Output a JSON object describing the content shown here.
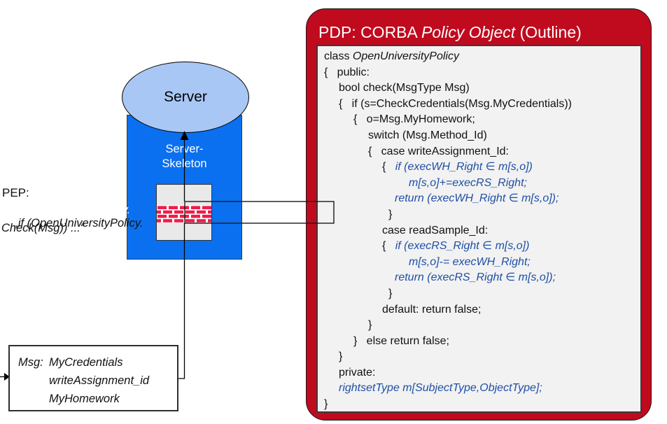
{
  "colors": {
    "pdp_red": "#c00a1e",
    "panel_gray": "#f2f2f2",
    "skeleton_blue": "#0a70f0",
    "server_ellipse": "#a9c7f4",
    "firewall_gray": "#e9e9e9",
    "brick_red": "#ef1c4a",
    "code_blue": "#1e4fa5"
  },
  "server": {
    "label": "Server"
  },
  "skeleton": {
    "line1": "Server-",
    "line2": "Skeleton"
  },
  "pep": {
    "label": "PEP:",
    "line1": "„if (OpenUniversityPolicy.",
    "line2": "Check(Msg)) ...“"
  },
  "msg": {
    "label": "Msg:",
    "items": [
      "MyCredentials",
      "writeAssignment_id",
      "MyHomework"
    ]
  },
  "pdp": {
    "title": {
      "prefix": "PDP: CORBA ",
      "italic": "Policy Object",
      "suffix": " (Outline)"
    },
    "code_lines": [
      {
        "indent": 0,
        "segments": [
          {
            "text": "class ",
            "style": "plain"
          },
          {
            "text": "OpenUniversityPolicy",
            "style": "italic"
          }
        ]
      },
      {
        "indent": 0,
        "segments": [
          {
            "text": "{   public:",
            "style": "plain"
          }
        ]
      },
      {
        "indent": 21,
        "segments": [
          {
            "text": "bool check(MsgType Msg)",
            "style": "plain"
          }
        ]
      },
      {
        "indent": 21,
        "segments": [
          {
            "text": "{   if (s=CheckCredentials(Msg.MyCredentials))",
            "style": "plain"
          }
        ]
      },
      {
        "indent": 42,
        "segments": [
          {
            "text": "{   o=Msg.MyHomework;",
            "style": "plain"
          }
        ]
      },
      {
        "indent": 63,
        "segments": [
          {
            "text": "switch (Msg.Method_Id)",
            "style": "plain"
          }
        ]
      },
      {
        "indent": 63,
        "segments": [
          {
            "text": "{   case writeAssignment_Id:",
            "style": "plain"
          }
        ]
      },
      {
        "indent": 83,
        "segments": [
          {
            "text": "{   ",
            "style": "plain"
          },
          {
            "text": "if (execWH_Right ∈ m[s,o])",
            "style": "blue"
          }
        ]
      },
      {
        "indent": 121,
        "segments": [
          {
            "text": "m[s,o]+=execRS_Right;",
            "style": "blue"
          }
        ]
      },
      {
        "indent": 101,
        "segments": [
          {
            "text": "return (execWH_Right ∈ m[s,o]);",
            "style": "blue"
          }
        ]
      },
      {
        "indent": 92,
        "segments": [
          {
            "text": "}",
            "style": "plain"
          }
        ]
      },
      {
        "indent": 83,
        "segments": [
          {
            "text": "case readSample_Id:",
            "style": "plain"
          }
        ]
      },
      {
        "indent": 83,
        "segments": [
          {
            "text": "{   ",
            "style": "plain"
          },
          {
            "text": "if (execRS_Right ∈ m[s,o])",
            "style": "blue"
          }
        ]
      },
      {
        "indent": 121,
        "segments": [
          {
            "text": "m[s,o]-= execWH_Right;",
            "style": "blue"
          }
        ]
      },
      {
        "indent": 101,
        "segments": [
          {
            "text": "return (execRS_Right ∈ m[s,o]);",
            "style": "blue"
          }
        ]
      },
      {
        "indent": 92,
        "segments": [
          {
            "text": "}",
            "style": "plain"
          }
        ]
      },
      {
        "indent": 83,
        "segments": [
          {
            "text": "default: return false;",
            "style": "plain"
          }
        ]
      },
      {
        "indent": 63,
        "segments": [
          {
            "text": "}",
            "style": "plain"
          }
        ]
      },
      {
        "indent": 42,
        "segments": [
          {
            "text": "}   else return false;",
            "style": "plain"
          }
        ]
      },
      {
        "indent": 21,
        "segments": [
          {
            "text": "}",
            "style": "plain"
          }
        ]
      },
      {
        "indent": 21,
        "segments": [
          {
            "text": "private:",
            "style": "plain"
          }
        ]
      },
      {
        "indent": 21,
        "segments": [
          {
            "text": "rightsetType m[SubjectType,ObjectType];",
            "style": "blue"
          }
        ]
      },
      {
        "indent": 0,
        "segments": [
          {
            "text": "}",
            "style": "plain"
          }
        ]
      }
    ]
  }
}
